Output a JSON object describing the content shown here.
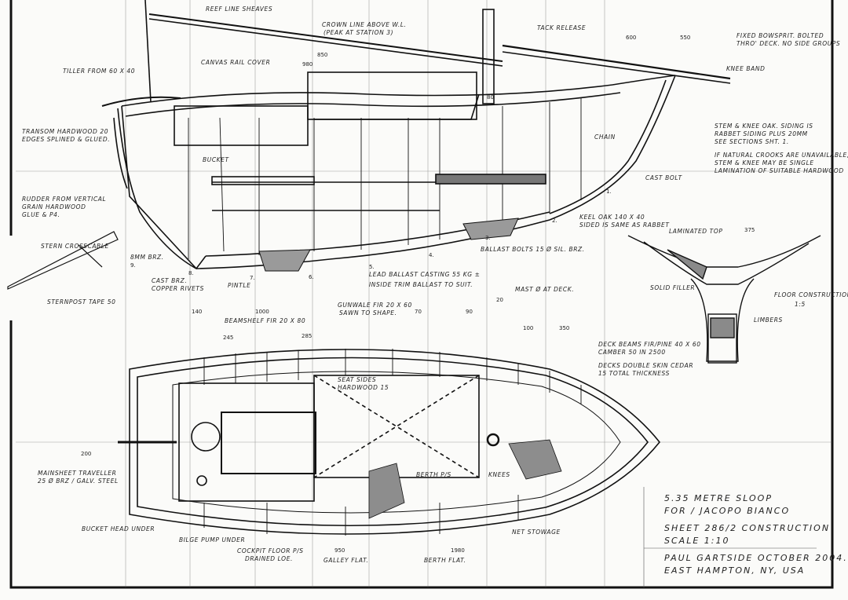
{
  "title_block": {
    "design": "5.35 METRE SLOOP",
    "for_line": "FOR / JACOPO BIANCO",
    "sheet_line": "SHEET 286/2 CONSTRUCTION",
    "scale_line": "SCALE 1:10",
    "designer_line": "PAUL GARTSIDE OCTOBER 2004.",
    "location_line": "EAST HAMPTON, NY, USA"
  },
  "profile_notes": {
    "reef_line_sheaves": "REEF LINE SHEAVES",
    "crown_line": "CROWN LINE ABOVE W.L.",
    "crown_line_sub": "(PEAK AT STATION 3)",
    "tack_release": "TACK RELEASE",
    "fixed_bowsprit": "FIXED BOWSPRIT. BOLTED",
    "fixed_bowsprit_2": "THRO' DECK. NO SIDE GROUPS",
    "knee_band": "KNEE BAND",
    "tiller": "TILLER FROM 60 X 40",
    "canvas_rail_cover": "CANVAS RAIL COVER",
    "transom": "TRANSOM HARDWOOD 20",
    "transom_2": "EDGES SPLINED & GLUED.",
    "rudder": "RUDDER FROM VERTICAL",
    "rudder_2": "GRAIN HARDWOOD",
    "rudder_3": "GLUE & P4.",
    "bucket": "BUCKET",
    "stem_knee": "STEM & KNEE OAK. SIDING IS",
    "stem_knee_2": "RABBET SIDING PLUS 20MM",
    "stem_knee_3": "SEE SECTIONS SHT. 1.",
    "stem_knee_4": "IF NATURAL CROOKS ARE UNAVAILABLE,",
    "stem_knee_5": "STEM & KNEE MAY BE SINGLE",
    "stem_knee_6": "LAMINATION OF SUITABLE HARDWOOD",
    "chain": "CHAIN",
    "cast_bolt": "CAST BOLT",
    "keel": "KEEL OAK 140 X 40",
    "keel_2": "SIDED IS SAME AS RABBET",
    "ballast_bolts": "BALLAST BOLTS 15 Ø SIL. BRZ.",
    "lead_ballast": "LEAD BALLAST CASTING 55 KG ±",
    "lead_ballast_2": "INSIDE TRIM BALLAST TO SUIT.",
    "mast_at_deck": "MAST Ø AT DECK.",
    "stern_crosscable": "STERN CROSSCABLE",
    "bolt_brz": "8MM BRZ.",
    "cast_brz": "CAST BRZ.",
    "copper_rivets": "COPPER RIVETS",
    "pintle": "PINTLE",
    "sternpost": "STERNPOST TAPE 50",
    "beam_shelf": "BEAMSHELF FIR 20 X 80",
    "gunwale": "GUNWALE FIR 20 X 60",
    "gunwale_2": "SAWN TO SHAPE."
  },
  "section_notes": {
    "laminated_top": "LAMINATED TOP",
    "solid_filler": "SOLID FILLER",
    "floor_construction": "FLOOR CONSTRUCTION",
    "floor_scale": "1:5",
    "limbers": "LIMBERS"
  },
  "plan_notes": {
    "deck_beams": "DECK BEAMS FIR/PINE 40 X 60",
    "deck_beams_2": "CAMBER 50 IN 2500",
    "decks": "DECKS DOUBLE SKIN CEDAR",
    "decks_2": "15 TOTAL THICKNESS",
    "seat_sides": "SEAT SIDES",
    "seat_sides_2": "HARDWOOD 15",
    "mainsheet": "MAINSHEET TRAVELLER",
    "mainsheet_2": "25 Ø BRZ / GALV. STEEL",
    "berth": "BERTH P/S",
    "knees": "KNEES",
    "net_stowage": "NET STOWAGE",
    "bucket_head": "BUCKET HEAD UNDER",
    "bilge_pump": "BILGE PUMP UNDER",
    "cockpit_floor": "COCKPIT FLOOR P/S",
    "cockpit_floor_2": "DRAINED LOE.",
    "galley_flat": "GALLEY FLAT.",
    "berth_flat": "BERTH FLAT."
  },
  "dims": {
    "d600": "600",
    "d550": "550",
    "d140": "140",
    "d1000": "1000",
    "d245": "245",
    "d285": "285",
    "d70": "70",
    "d90": "90",
    "d100": "100",
    "d350": "350",
    "d375": "375",
    "d200": "200",
    "d950": "950",
    "d1980": "1980",
    "d20": "20",
    "d80": "80",
    "d980": "980",
    "d850": "850"
  },
  "stations": [
    "1.",
    "2.",
    "3.",
    "4.",
    "5.",
    "6.",
    "7.",
    "8.",
    "9."
  ]
}
